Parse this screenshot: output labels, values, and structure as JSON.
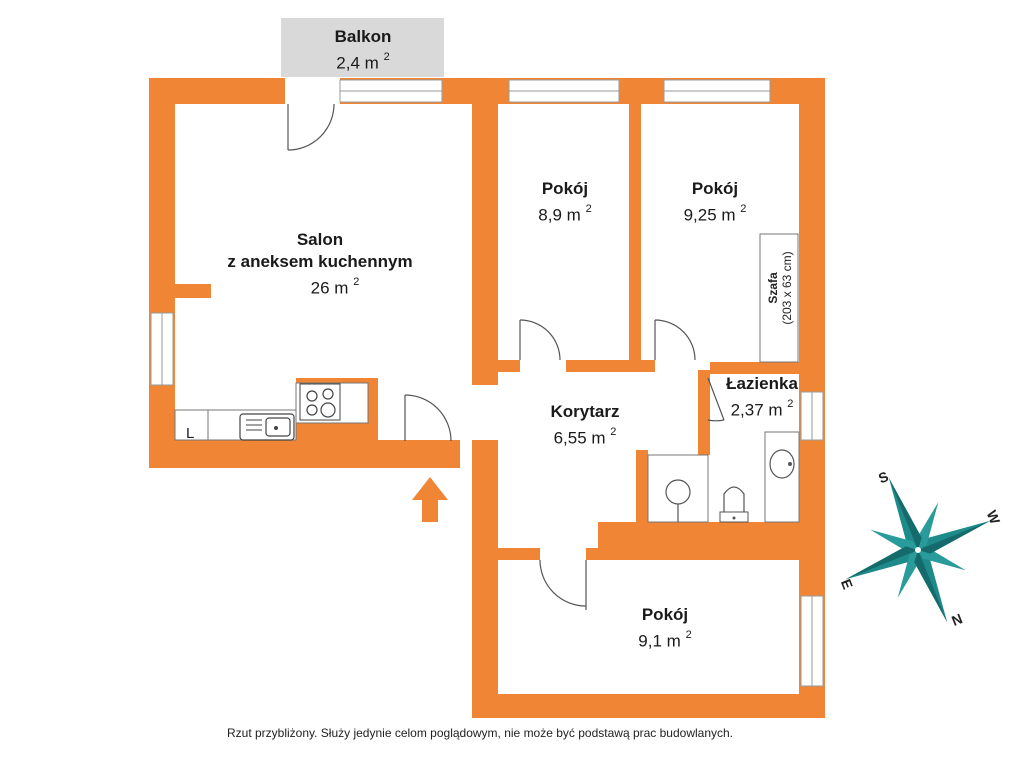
{
  "rooms": {
    "balkon": {
      "name": "Balkon",
      "area": "2,4 m",
      "sup": "2"
    },
    "salon": {
      "name1": "Salon",
      "name2": "z aneksem kuchennym",
      "area": "26 m",
      "sup": "2"
    },
    "pokoj1": {
      "name": "Pokój",
      "area": "8,9 m",
      "sup": "2"
    },
    "pokoj2": {
      "name": "Pokój",
      "area": "9,25 m",
      "sup": "2"
    },
    "lazienka": {
      "name": "Łazienka",
      "area": "2,37 m",
      "sup": "2"
    },
    "korytarz": {
      "name": "Korytarz",
      "area": "6,55 m",
      "sup": "2"
    },
    "pokoj3": {
      "name": "Pokój",
      "area": "9,1 m",
      "sup": "2"
    }
  },
  "szafa": {
    "name": "Szafa",
    "dims": "(203 x 63 cm)"
  },
  "fridge_label": "L",
  "compass": {
    "s": "S",
    "w": "W",
    "n": "N",
    "e": "E"
  },
  "disclaimer": "Rzut przybliżony. Służy jedynie celom poglądowym, nie może być podstawą prac budowlanych.",
  "colors": {
    "wall": "#ef8535",
    "balcony": "#d9d9d9",
    "compass": "#1e8a8a",
    "arrow": "#ef8535"
  }
}
